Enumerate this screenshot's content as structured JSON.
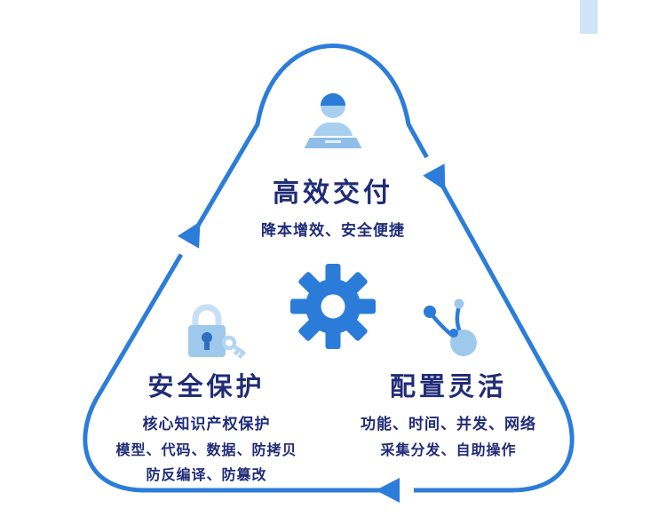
{
  "palette": {
    "line_blue": "#2c7dd9",
    "icon_blue": "#2b7cd9",
    "icon_light": "#9ec9ed",
    "icon_pale": "#c7e0f5",
    "keyhole_blue": "#2e6fc1",
    "text_navy": "#202c77",
    "stripe_blue": "#cfe4f6"
  },
  "center": {
    "icon": "gear-icon"
  },
  "nodes": {
    "top": {
      "icon": "developer-laptop-icon",
      "title": "高效交付",
      "lines": [
        "降本增效、安全便捷"
      ]
    },
    "left": {
      "icon": "lock-key-icon",
      "title": "安全保护",
      "lines": [
        "核心知识产权保护",
        "模型、代码、数据、防拷贝",
        "防反编译、防篡改"
      ]
    },
    "right": {
      "icon": "distribution-icon",
      "title": "配置灵活",
      "lines": [
        "功能、时间、并发、网络",
        "采集分发、自助操作"
      ]
    }
  }
}
